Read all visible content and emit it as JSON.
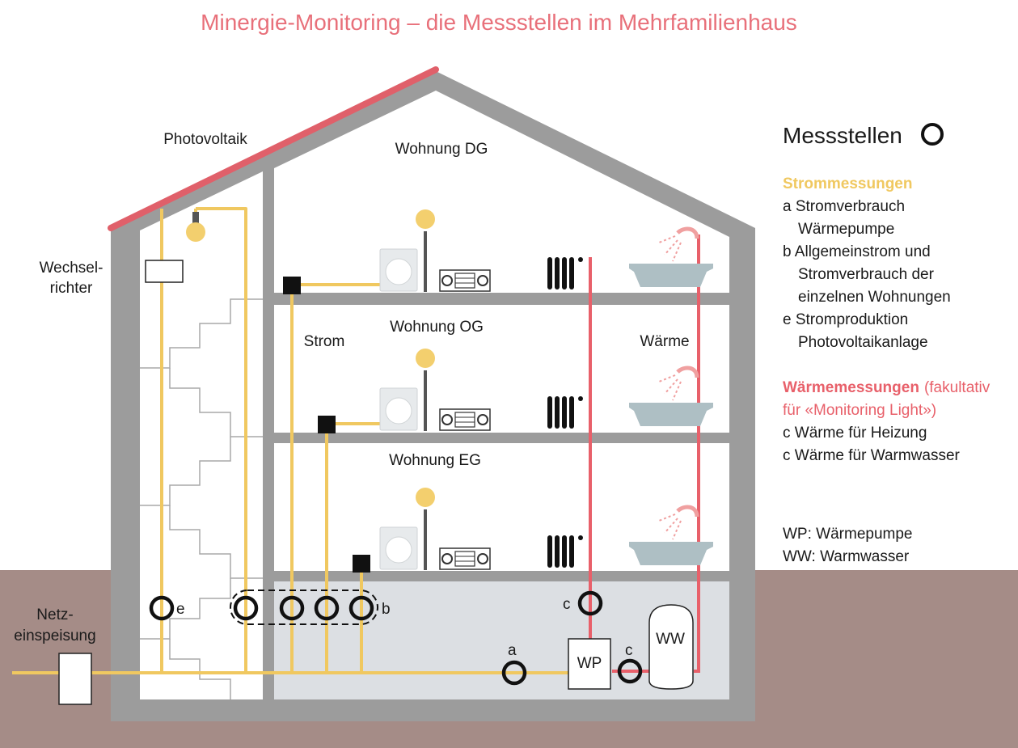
{
  "title": "Minergie-Monitoring – die Messstellen im Mehrfamilienhaus",
  "labels": {
    "photovoltaik": "Photovoltaik",
    "wechselrichter_1": "Wechsel-",
    "wechselrichter_2": "richter",
    "netz_1": "Netz-",
    "netz_2": "einspeisung",
    "wohnung_dg": "Wohnung DG",
    "wohnung_og": "Wohnung OG",
    "wohnung_eg": "Wohnung EG",
    "strom": "Strom",
    "waerme": "Wärme",
    "wp": "WP",
    "ww": "WW",
    "meter_a": "a",
    "meter_b": "b",
    "meter_c1": "c",
    "meter_c2": "c",
    "meter_e": "e"
  },
  "legend": {
    "heading": "Messstellen",
    "strom_title": "Strommessungen",
    "strom_items": [
      "a Stromverbrauch",
      "Wärmepumpe",
      "b Allgemeinstrom und",
      "Stromverbrauch der",
      "einzelnen Wohnungen",
      "e Stromproduktion",
      "Photovoltaikanlage"
    ],
    "waerme_title": "Wärmemessungen",
    "waerme_note_1": "(fakultativ",
    "waerme_note_2": "für «Monitoring Light»)",
    "waerme_items": [
      "c Wärme für Heizung",
      "c Wärme für Warmwasser"
    ],
    "abbr": [
      "WP: Wärmepumpe",
      "WW: Warmwasser"
    ]
  },
  "colors": {
    "title": "#e8707a",
    "roof": "#e0606a",
    "wall": "#9c9c9c",
    "ground": "#a58c87",
    "basement": "#dcdfe3",
    "power_line": "#f0c860",
    "heat_line": "#e8606a",
    "strom_heading": "#f0c860",
    "waerme_heading": "#e8606a",
    "bathtub": "#aebfc4",
    "shower": "#f0a0a0"
  }
}
